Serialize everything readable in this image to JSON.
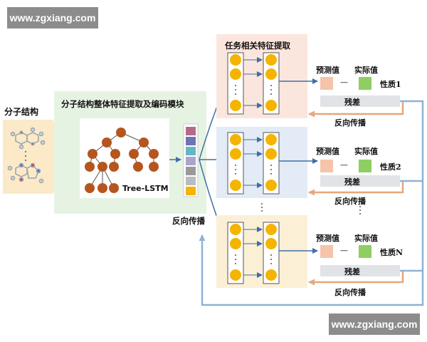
{
  "watermark": {
    "text": "www.zgxiang.com"
  },
  "input": {
    "label": "分子结构"
  },
  "encoder": {
    "title": "分子结构整体特征提取及编码模块",
    "model_label": "Tree-LSTM"
  },
  "task_extraction": {
    "title": "任务相关特征提取"
  },
  "backprop_label": "反向传播",
  "outputs": [
    {
      "predicted": "预测值",
      "dash": "—",
      "actual": "实际值",
      "property": "性质1",
      "residual": "残差",
      "backprop": "反向传播"
    },
    {
      "predicted": "预测值",
      "dash": "—",
      "actual": "实际值",
      "property": "性质2",
      "residual": "残差",
      "backprop": "反向传播"
    },
    {
      "predicted": "预测值",
      "dash": "—",
      "actual": "实际值",
      "property": "性质N",
      "residual": "残差",
      "backprop": "反向传播"
    }
  ],
  "colors": {
    "encoder_bg": "#e6f3e3",
    "task_bg": [
      "#fbe6dd",
      "#e3ebf6",
      "#fbf0d6"
    ],
    "input_bg": "#fbe9c8",
    "tree_node": "#b5561e",
    "neuron": "#f4b400",
    "predicted_box": "#f5c4aa",
    "actual_box": "#8fce63",
    "residual_box": "#e1e3e6",
    "arrow_blue": "#3f6fa6",
    "arrow_orange": "#e5a77b",
    "arrow_lightblue": "#8fb2d6",
    "feature_vector": [
      "#b46a8a",
      "#6f74b4",
      "#64b6c4",
      "#a9a5cc",
      "#9a9a9a",
      "#b8bcc2",
      "#f4b400"
    ]
  }
}
